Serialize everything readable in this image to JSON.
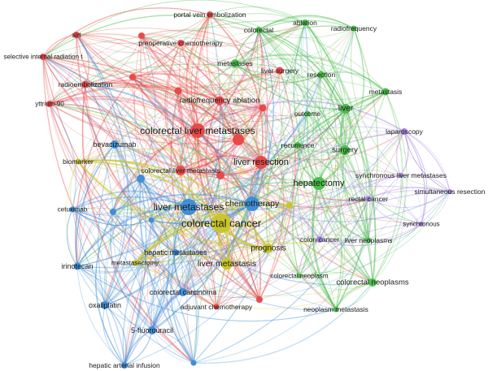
{
  "title": "Keyword co-occurrence network",
  "clusters": {
    "red": "#e84a4a",
    "green": "#4cbd4c",
    "blue": "#3f8fd8",
    "yellow": "#c9c62a",
    "purple": "#a37ddf"
  },
  "nodes": [
    {
      "label": "portal vein embolization",
      "cluster": "red"
    },
    {
      "label": "sirt",
      "cluster": "red"
    },
    {
      "label": "",
      "cluster": "red"
    },
    {
      "label": "preoperative chemotherapy",
      "cluster": "red"
    },
    {
      "label": "selective internal radiation t",
      "cluster": "red"
    },
    {
      "label": "",
      "cluster": "red"
    },
    {
      "label": "radioembolization",
      "cluster": "red"
    },
    {
      "label": "yttrium-90",
      "cluster": "red"
    },
    {
      "label": "",
      "cluster": "red"
    },
    {
      "label": "radiofrequency ablation",
      "cluster": "red"
    },
    {
      "label": "colorectal liver metastases",
      "cluster": "red"
    },
    {
      "label": "",
      "cluster": "red"
    },
    {
      "label": "liver surgery",
      "cluster": "red"
    },
    {
      "label": "",
      "cluster": "red"
    },
    {
      "label": "colorectal liver metastasis",
      "cluster": "red"
    },
    {
      "label": "",
      "cluster": "red"
    },
    {
      "label": "liver resection",
      "cluster": "red"
    },
    {
      "label": "adjuvant chemotherapy",
      "cluster": "red"
    },
    {
      "label": "",
      "cluster": "red"
    },
    {
      "label": "colorectal",
      "cluster": "green"
    },
    {
      "label": "ablation",
      "cluster": "green"
    },
    {
      "label": "radiofrequency",
      "cluster": "green"
    },
    {
      "label": "metastases",
      "cluster": "green"
    },
    {
      "label": "resection",
      "cluster": "green"
    },
    {
      "label": "metastasis",
      "cluster": "green"
    },
    {
      "label": "liver",
      "cluster": "green"
    },
    {
      "label": "outcome",
      "cluster": "green"
    },
    {
      "label": "recurrence",
      "cluster": "green"
    },
    {
      "label": "surgery",
      "cluster": "green"
    },
    {
      "label": "hepatectomy",
      "cluster": "green"
    },
    {
      "label": "liver neoplasms",
      "cluster": "green"
    },
    {
      "label": "colorectal neoplasm",
      "cluster": "green"
    },
    {
      "label": "colorectal neoplasms",
      "cluster": "green"
    },
    {
      "label": "neoplasm metastasis",
      "cluster": "green"
    },
    {
      "label": "bevacizumab",
      "cluster": "blue"
    },
    {
      "label": "",
      "cluster": "blue"
    },
    {
      "label": "liver metastases",
      "cluster": "blue"
    },
    {
      "label": "chemotherapy",
      "cluster": "blue"
    },
    {
      "label": "cetuximab",
      "cluster": "blue"
    },
    {
      "label": "",
      "cluster": "blue"
    },
    {
      "label": "",
      "cluster": "blue"
    },
    {
      "label": "hepatic metastases",
      "cluster": "blue"
    },
    {
      "label": "irinotecan",
      "cluster": "blue"
    },
    {
      "label": "colorectal carcinoma",
      "cluster": "blue"
    },
    {
      "label": "oxaliplatin",
      "cluster": "blue"
    },
    {
      "label": "5-fluorouracil",
      "cluster": "blue"
    },
    {
      "label": "hepatic arterial infusion",
      "cluster": "blue"
    },
    {
      "label": "",
      "cluster": "blue"
    },
    {
      "label": "biomarker",
      "cluster": "yellow"
    },
    {
      "label": "colorectal cancer",
      "cluster": "yellow"
    },
    {
      "label": "",
      "cluster": "yellow"
    },
    {
      "label": "prognosis",
      "cluster": "yellow"
    },
    {
      "label": "metastasectomy",
      "cluster": "yellow"
    },
    {
      "label": "liver metastasis",
      "cluster": "yellow"
    },
    {
      "label": "laparoscopy",
      "cluster": "purple"
    },
    {
      "label": "synchronous liver metastases",
      "cluster": "purple"
    },
    {
      "label": "simultaneous resection",
      "cluster": "purple"
    },
    {
      "label": "rectal cancer",
      "cluster": "purple"
    },
    {
      "label": "synchronous",
      "cluster": "purple"
    },
    {
      "label": "colon cancer",
      "cluster": "purple"
    }
  ]
}
